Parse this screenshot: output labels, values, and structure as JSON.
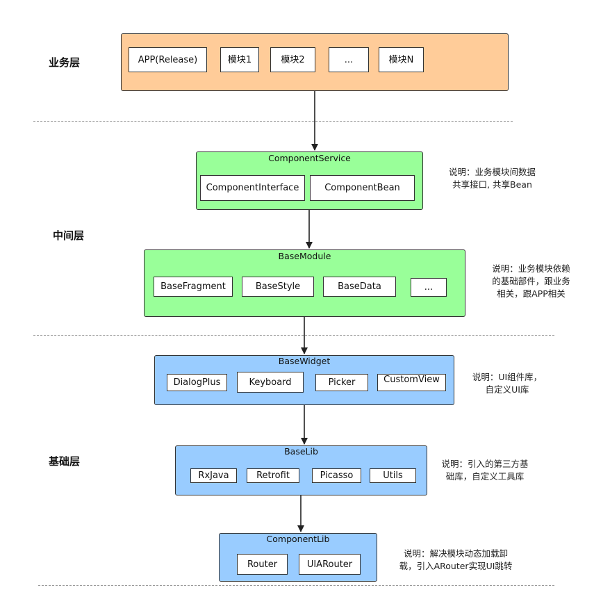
{
  "layers": {
    "business": "业务层",
    "middle": "中间层",
    "base": "基础层"
  },
  "app_group": {
    "items": [
      "APP(Release)",
      "模块1",
      "模块2",
      "...",
      "模块N"
    ]
  },
  "component_service": {
    "title": "ComponentService",
    "items": [
      "ComponentInterface",
      "ComponentBean"
    ],
    "note_lines": [
      "说明：业务模块间数据",
      "共享接口, 共享Bean"
    ]
  },
  "base_module": {
    "title": "BaseModule",
    "items": [
      "BaseFragment",
      "BaseStyle",
      "BaseData",
      "..."
    ],
    "note_lines": [
      "说明：业务模块依赖",
      "的基础部件，跟业务",
      "相关，跟APP相关"
    ]
  },
  "base_widget": {
    "title": "BaseWidget",
    "items": [
      "DialogPlus",
      "Keyboard",
      "Picker",
      "CustomView"
    ],
    "note_lines": [
      "说明：UI组件库，",
      "自定义UI库"
    ]
  },
  "base_lib": {
    "title": "BaseLib",
    "items": [
      "RxJava",
      "Retrofit",
      "Picasso",
      "Utils"
    ],
    "note_lines": [
      "说明：引入的第三方基",
      "础库，自定义工具库"
    ]
  },
  "component_lib": {
    "title": "ComponentLib",
    "items": [
      "Router",
      "UIARouter"
    ],
    "note_lines": [
      "说明：解决模块动态加载卸",
      "载，引入ARouter实现UI跳转"
    ]
  },
  "colors": {
    "orange": "#ffcc99",
    "green": "#99ff99",
    "blue": "#99ccff"
  }
}
